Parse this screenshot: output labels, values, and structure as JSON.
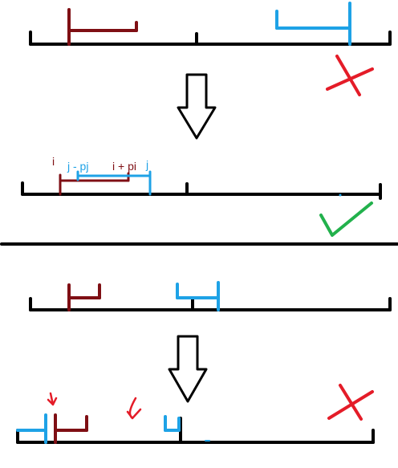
{
  "labels": {
    "i": "i",
    "j_minus_pj": "j - pj",
    "i_plus_pi": "i + pi",
    "j": "j"
  },
  "colors": {
    "axis": "#000000",
    "maroon": "#7f0f14",
    "blue": "#1ea2e6",
    "red": "#e41c28",
    "green": "#22b14c"
  },
  "marks": {
    "panel_1": "cross-icon",
    "panel_2": "check-icon",
    "panel_4": "cross-icon",
    "transitions": [
      "down-arrow-icon",
      "down-arrow-icon"
    ]
  }
}
